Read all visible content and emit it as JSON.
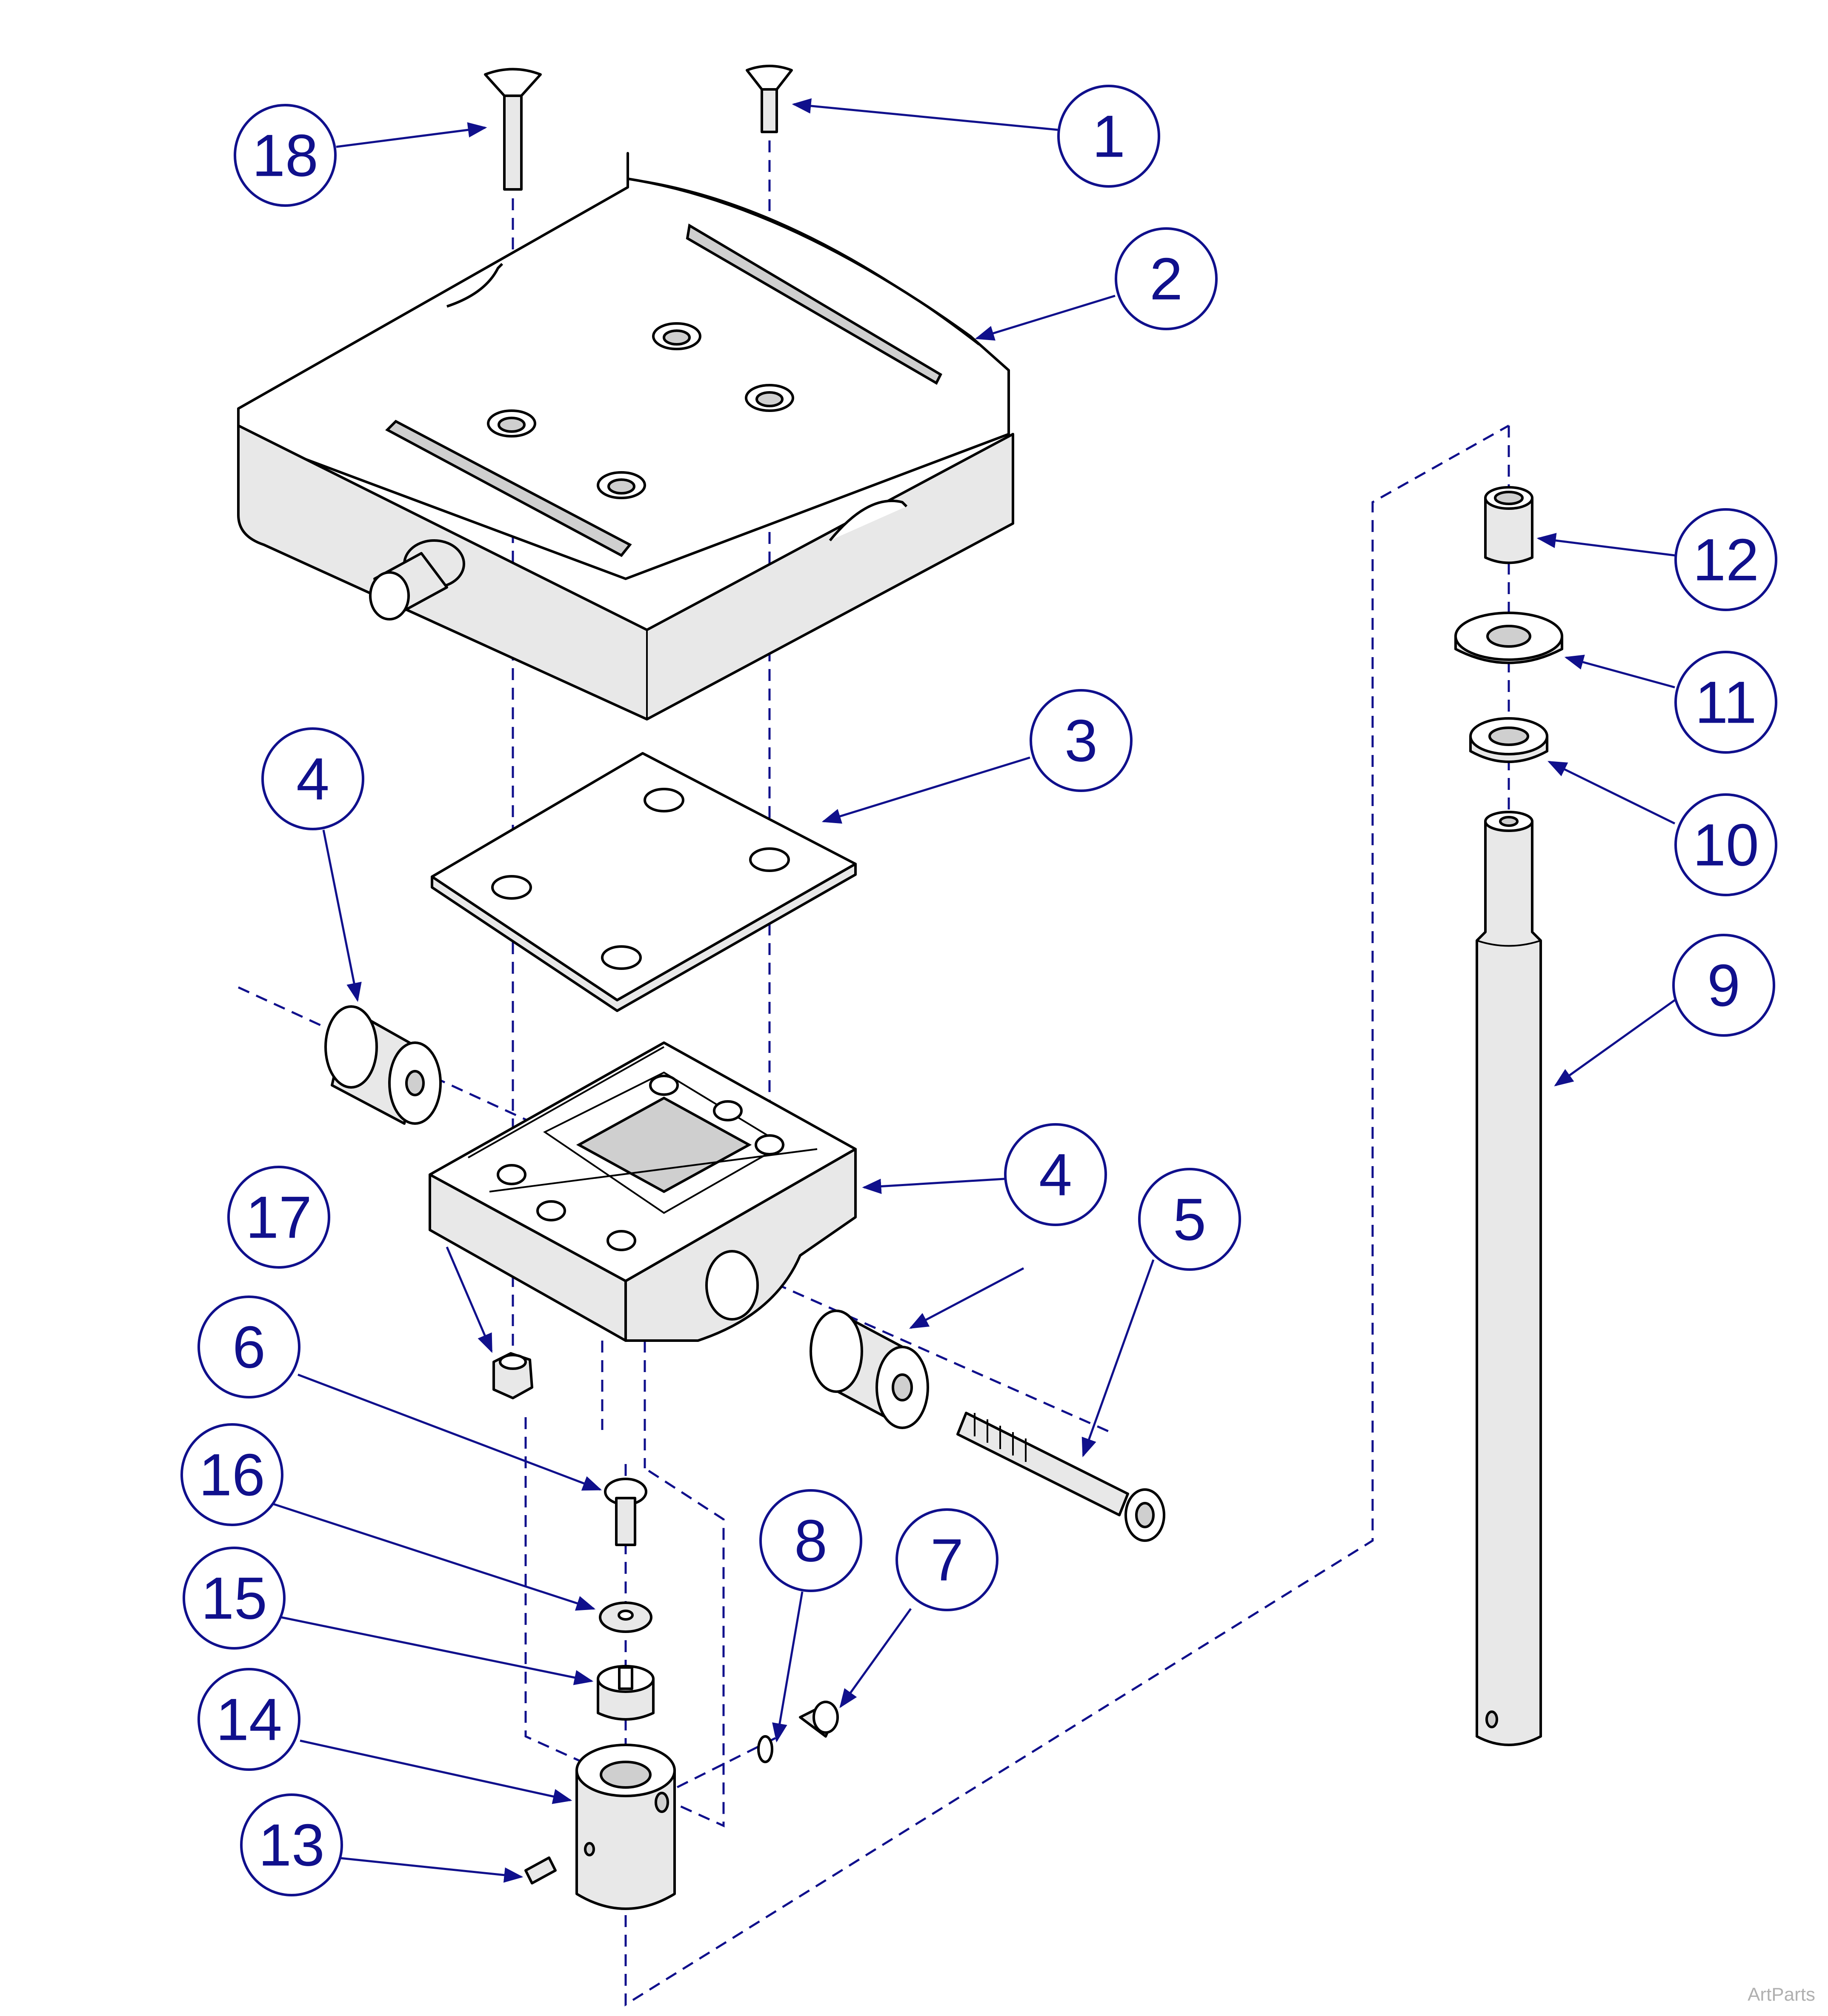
{
  "callouts": [
    {
      "number": "1"
    },
    {
      "number": "2"
    },
    {
      "number": "3"
    },
    {
      "number": "4"
    },
    {
      "number": "4"
    },
    {
      "number": "5"
    },
    {
      "number": "6"
    },
    {
      "number": "7"
    },
    {
      "number": "8"
    },
    {
      "number": "9"
    },
    {
      "number": "10"
    },
    {
      "number": "11"
    },
    {
      "number": "12"
    },
    {
      "number": "13"
    },
    {
      "number": "14"
    },
    {
      "number": "15"
    },
    {
      "number": "16"
    },
    {
      "number": "17"
    },
    {
      "number": "18"
    }
  ],
  "watermark": "ArtParts",
  "colors": {
    "callout": "#10108c",
    "line": "#000000",
    "watermark": "#b0b0b0"
  }
}
